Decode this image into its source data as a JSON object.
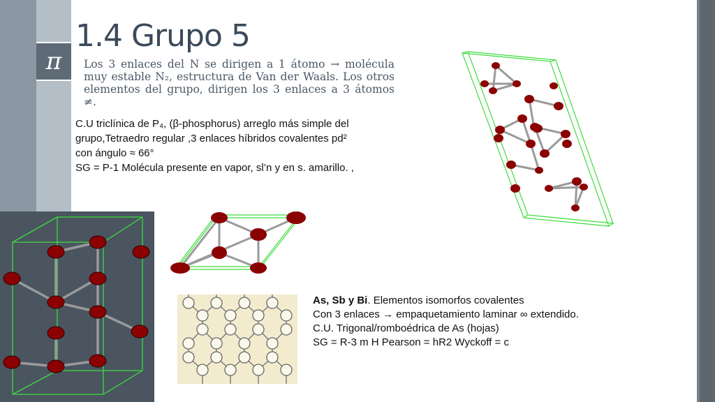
{
  "slide": {
    "title": "1.4 Grupo 5",
    "pi_symbol": "π",
    "intro": {
      "line1": "Los 3 enlaces del N se dirigen a 1 átomo → molécula",
      "line2": "muy estable N₂, estructura de Van der Waals. Los otros",
      "line3": "elementos del grupo, dirigen los 3 enlaces a 3 átomos",
      "line4": "≠."
    },
    "cell_description": {
      "line1": "C.U triclínica de P₄, (β-phosphorus) arreglo más simple del",
      "line2": "grupo,Tetraedro regular ,3 enlaces híbridos covalentes  pd²",
      "line3": "con ángulo ≈ 66°",
      "line4": "SG = P-1       Molécula presente en vapor, sl’n y en s. amarillo. ,"
    },
    "isomorphs": {
      "line1_bold": "As, Sb y Bi",
      "line1_rest": ". Elementos isomorfos  covalentes",
      "line2": "Con 3 enlaces → empaquetamiento laminar ∞ extendido.",
      "line3": "C.U. Trigonal/romboédrica de As (hojas)",
      "line4": "SG = R-3 m H          Pearson = hR2        Wyckoff = c"
    }
  },
  "colors": {
    "atom": "#8b0000",
    "cell_edge": "#3ddc3d",
    "bond": "#9a9a9a",
    "title": "#3b4a5a",
    "hex_background": "#f2ebce"
  }
}
